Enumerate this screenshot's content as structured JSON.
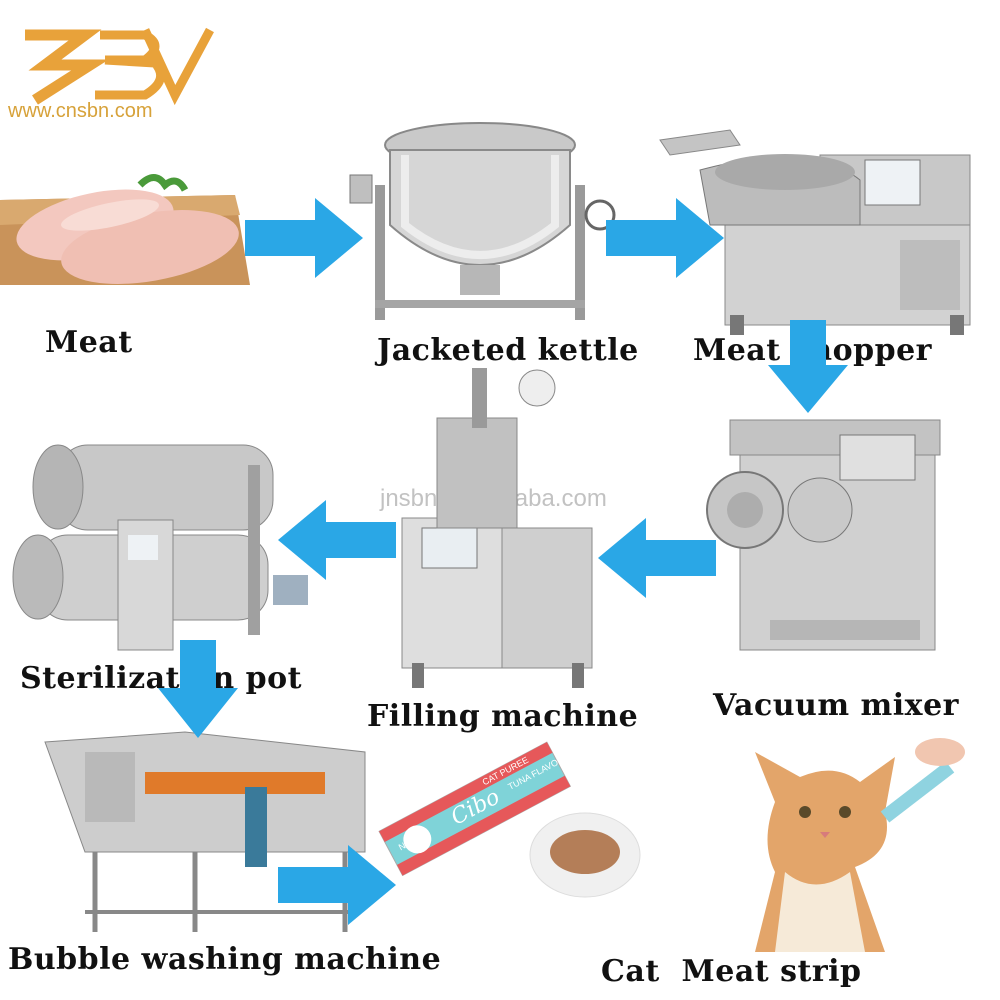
{
  "brand": {
    "logo_text": "SBV",
    "website": "www.cnsbn.com",
    "watermark": "jnsbn.en.alibaba.com",
    "logo_color": "#e8a23a",
    "arrow_color": "#2aa7e6"
  },
  "steps": {
    "meat": "Meat",
    "kettle": "Jacketed kettle",
    "chopper": "Meat chopper",
    "mixer": "Vacuum mixer",
    "filling": "Filling machine",
    "sterilization": "Sterilization pot",
    "washing": "Bubble washing machine",
    "product": "Cat  Meat strip"
  },
  "package": {
    "brand": "Cibo",
    "tag1": "CAT PUREE",
    "tag2": "TUNA FLAVOR",
    "badge": "NEW"
  },
  "icons": [
    "meat-image",
    "kettle-image",
    "chopper-image",
    "mixer-image",
    "filling-machine-image",
    "sterilization-pot-image",
    "washing-machine-image",
    "meat-strip-image",
    "cat-image"
  ]
}
